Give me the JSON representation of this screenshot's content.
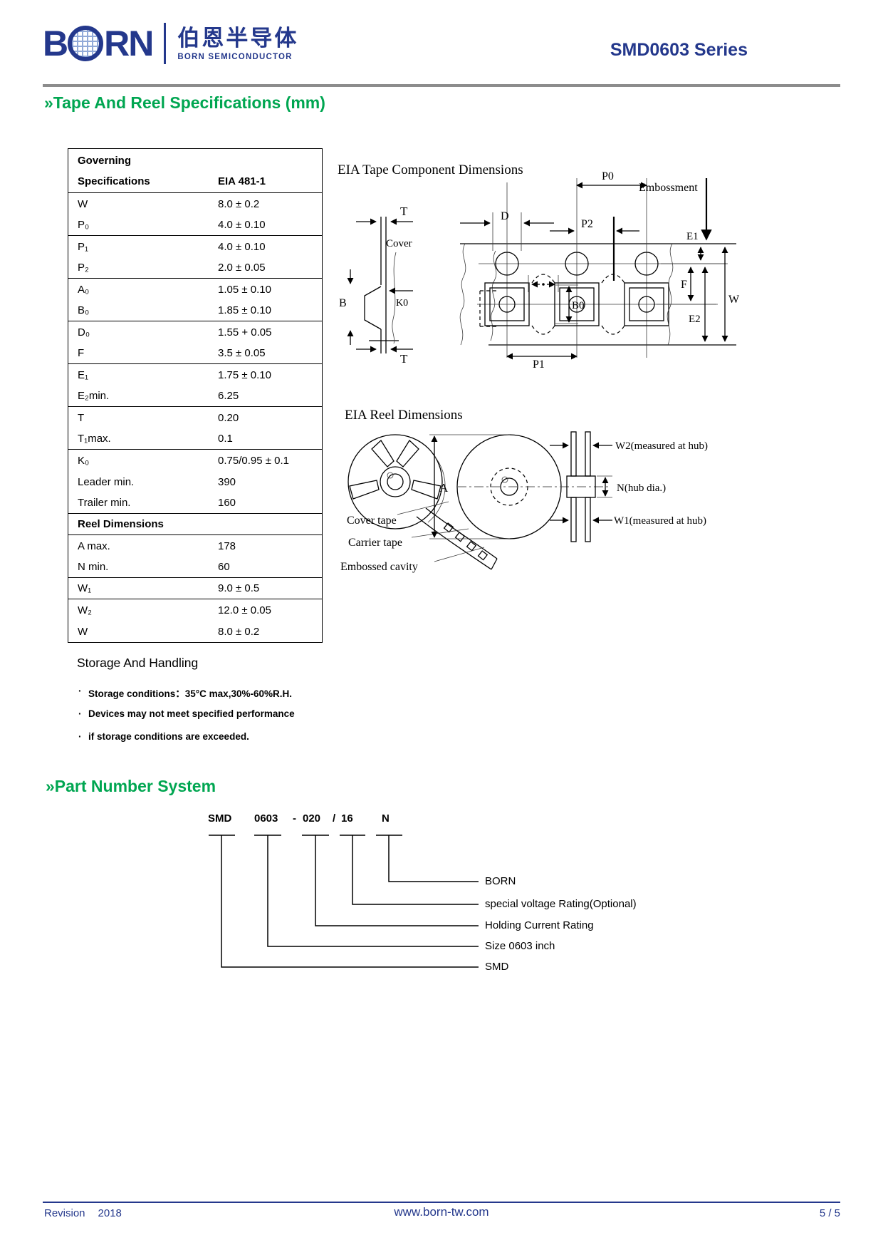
{
  "header": {
    "logo_b": "B",
    "logo_rn": "RN",
    "logo_cn": "伯恩半导体",
    "logo_sub": "BORN SEMICONDUCTOR",
    "series": "SMD0603 Series"
  },
  "colors": {
    "navy": "#24388c",
    "green": "#00a651"
  },
  "section_tape": {
    "title": "»Tape And Reel Specifications (mm)"
  },
  "spec_table": {
    "header_label_1": "Governing",
    "header_label_2": "Specifications",
    "header_value": "EIA 481-1",
    "rows": [
      {
        "label": "W",
        "value": "8.0 ± 0.2"
      },
      {
        "label": "P₀",
        "value": "4.0 ± 0.10"
      },
      {
        "label": "P₁",
        "value": "4.0 ± 0.10"
      },
      {
        "label": "P₂",
        "value": "2.0 ± 0.05"
      },
      {
        "label": "A₀",
        "value": "1.05 ± 0.10"
      },
      {
        "label": "B₀",
        "value": "1.85 ± 0.10"
      },
      {
        "label": "D₀",
        "value": "1.55 + 0.05"
      },
      {
        "label": "F",
        "value": "3.5 ± 0.05"
      },
      {
        "label": "E₁",
        "value": "1.75 ± 0.10"
      },
      {
        "label": "E₂min.",
        "value": "6.25"
      },
      {
        "label": "T",
        "value": "0.20"
      },
      {
        "label": "T₁max.",
        "value": "0.1"
      },
      {
        "label": "K₀",
        "value": "0.75/0.95 ± 0.1"
      },
      {
        "label": "Leader min.",
        "value": "390"
      },
      {
        "label": "Trailer min.",
        "value": "160"
      },
      {
        "label": "Reel Dimensions",
        "value": ""
      },
      {
        "label": "A max.",
        "value": "178"
      },
      {
        "label": "N min.",
        "value": "60"
      },
      {
        "label": "W₁",
        "value": "9.0 ± 0.5"
      },
      {
        "label": "W₂",
        "value": "12.0 ± 0.05"
      },
      {
        "label": "W",
        "value": "8.0 ± 0.2"
      }
    ]
  },
  "tape_diagram": {
    "title": "EIA Tape Component Dimensions",
    "labels": {
      "p0": "P0",
      "d": "D",
      "p2": "P2",
      "embossment": "Embossment",
      "t_top": "T",
      "cover": "Cover",
      "b": "B",
      "k0": "K0",
      "b0": "B0",
      "e1": "E1",
      "f": "F",
      "w": "W",
      "e2": "E2",
      "t_bottom": "T",
      "p1": "P1"
    }
  },
  "reel_diagram": {
    "title": "EIA Reel Dimensions",
    "labels": {
      "a": "A",
      "cover_tape": "Cover tape",
      "carrier_tape": "Carrier tape",
      "embossed_cavity": "Embossed cavity",
      "w2": "W2(measured at hub)",
      "n": "N(hub dia.)",
      "w1": "W1(measured at hub)"
    }
  },
  "storage": {
    "title": "Storage And Handling",
    "bullet_char": "·",
    "bullets": [
      "Storage conditions：35°C max,30%-60%R.H.",
      "Devices may not meet specified performance",
      "if storage conditions are exceeded."
    ]
  },
  "section_part": {
    "title": "»Part Number System"
  },
  "part_number": {
    "tokens": [
      "SMD",
      "0603",
      "-",
      "020",
      "/",
      "16",
      "N"
    ],
    "legend": [
      "BORN",
      "special voltage Rating(Optional)",
      "Holding Current Rating",
      "Size 0603 inch",
      "SMD"
    ]
  },
  "footer": {
    "revision_label": "Revision",
    "revision_year": "2018",
    "website": "www.born-tw.com",
    "page": "5 / 5"
  }
}
